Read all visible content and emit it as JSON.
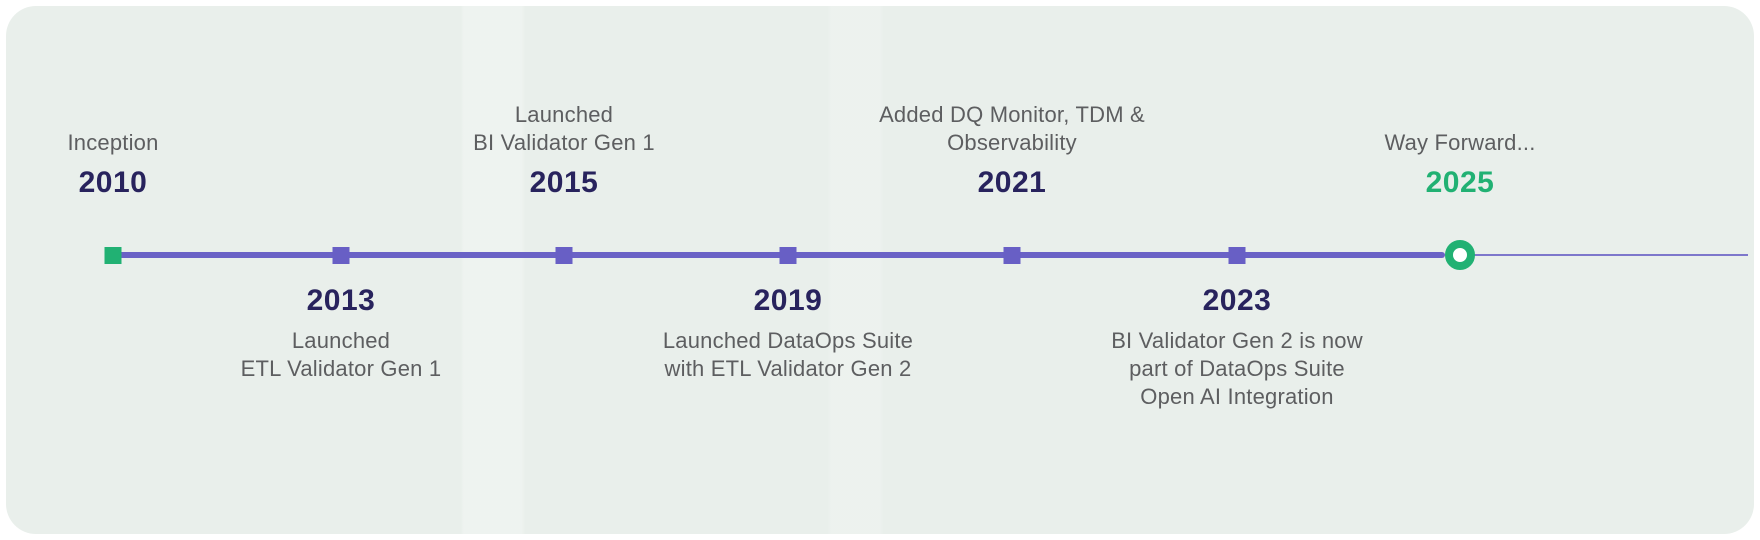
{
  "colors": {
    "page-bg": "#ffffff",
    "panel-bg": "#e9efeb",
    "line-purple": "#6a62c6",
    "marker-purple": "#685fc5",
    "accent-green": "#21b173",
    "year-navy": "#28235d",
    "desc-gray": "#5d5e60"
  },
  "timeline": {
    "milestones": [
      {
        "year": "2010",
        "desc": "Inception",
        "side": "top",
        "marker": "green-square"
      },
      {
        "year": "2013",
        "desc": "Launched\nETL Validator Gen 1",
        "side": "bottom",
        "marker": "purple-square"
      },
      {
        "year": "2015",
        "desc": "Launched\nBI Validator Gen 1",
        "side": "top",
        "marker": "purple-square"
      },
      {
        "year": "2019",
        "desc": "Launched DataOps Suite\nwith ETL Validator Gen 2",
        "side": "bottom",
        "marker": "purple-square"
      },
      {
        "year": "2021",
        "desc": "Added DQ Monitor, TDM &\nObservability",
        "side": "top",
        "marker": "purple-square"
      },
      {
        "year": "2023",
        "desc": "BI Validator Gen 2 is now\npart of DataOps Suite\nOpen AI Integration",
        "side": "bottom",
        "marker": "purple-square"
      },
      {
        "year": "2025",
        "desc": "Way Forward...",
        "side": "top",
        "marker": "green-ring"
      }
    ]
  }
}
